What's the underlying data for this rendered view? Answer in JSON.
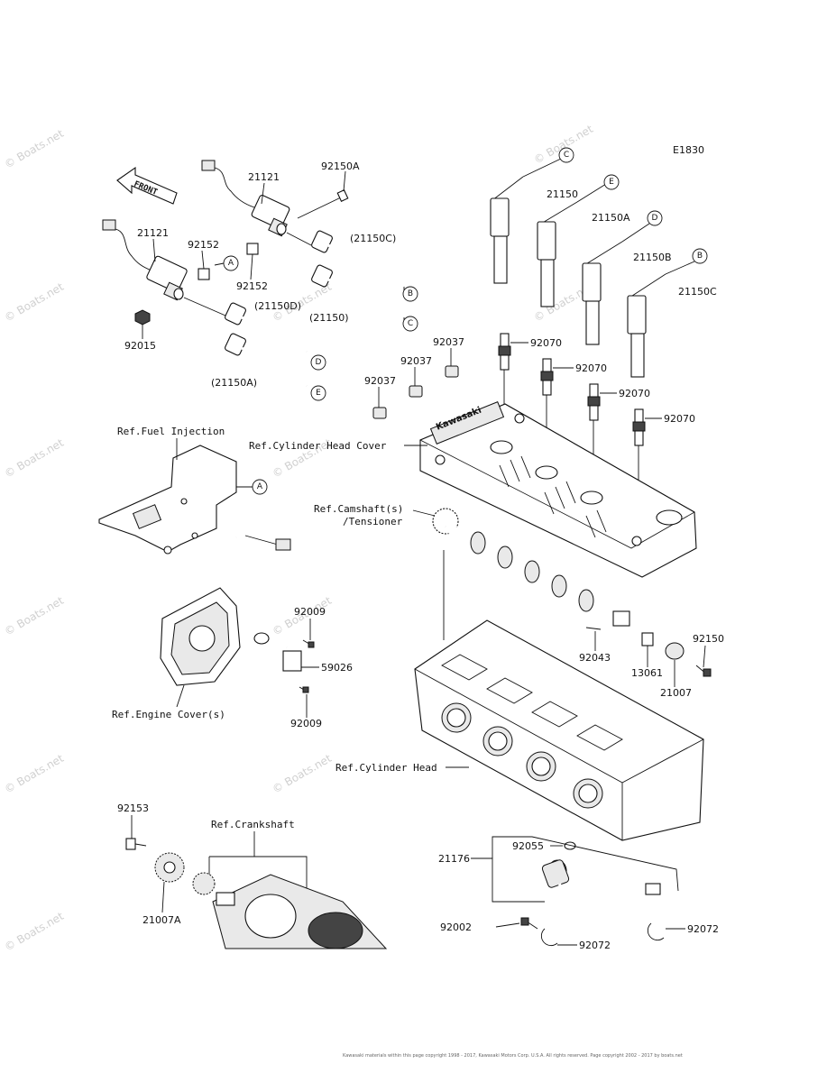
{
  "diagram_code": "E1830",
  "front_label": "FRONT",
  "watermark": "© Boats.net",
  "footer": "Kawasaki materials within this page copyright 1998 - 2017, Kawasaki Motors Corp. U.S.A. All rights reserved. Page copyright 2002 - 2017 by boats.net",
  "callouts": {
    "a": "A",
    "b": "B",
    "c": "C",
    "d": "D",
    "e": "E"
  },
  "parts": {
    "p21121_top": "21121",
    "p21121_left": "21121",
    "p92150A": "92150A",
    "p92152_a": "92152",
    "p92152_b": "92152",
    "p21150C_paren": "(21150C)",
    "p21150D_paren": "(21150D)",
    "p21150_paren": "(21150)",
    "p21150A_paren": "(21150A)",
    "p92015": "92015",
    "p21150": "21150",
    "p21150A": "21150A",
    "p21150B": "21150B",
    "p21150C": "21150C",
    "p92070_a": "92070",
    "p92070_b": "92070",
    "p92070_c": "92070",
    "p92070_d": "92070",
    "p92037_a": "92037",
    "p92037_b": "92037",
    "p92037_c": "92037",
    "p92009_a": "92009",
    "p92009_b": "92009",
    "p59026": "59026",
    "p92043": "92043",
    "p13061": "13061",
    "p21007": "21007",
    "p92150": "92150",
    "p92153": "92153",
    "p21007A": "21007A",
    "p21176": "21176",
    "p92055": "92055",
    "p92002": "92002",
    "p92072_a": "92072",
    "p92072_b": "92072"
  },
  "refs": {
    "fuel_injection": "Ref.Fuel Injection",
    "cylinder_head_cover": "Ref.Cylinder Head Cover",
    "camshaft_line1": "Ref.Camshaft(s)",
    "camshaft_line2": "/Tensioner",
    "engine_cover": "Ref.Engine Cover(s)",
    "cylinder_head": "Ref.Cylinder Head",
    "crankshaft": "Ref.Crankshaft"
  },
  "brand_on_cover": "Kawasaki"
}
